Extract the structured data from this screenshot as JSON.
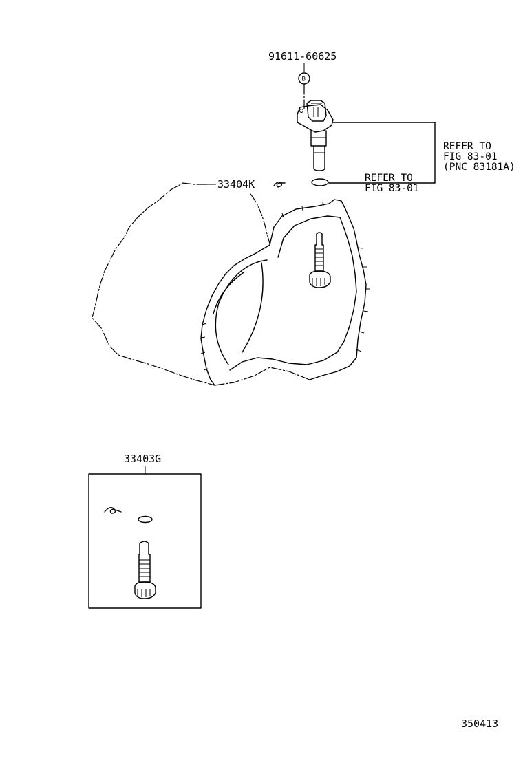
{
  "callouts": {
    "bolt_part": "91611-60625",
    "bolt_marker": "B",
    "sensor_ref_line1": "REFER TO",
    "sensor_ref_line2": "FIG 83-01",
    "sensor_ref_line3": "(PNC 83181A)",
    "oring_ref_line1": "REFER TO",
    "oring_ref_line2": "FIG 83-01",
    "clip_part": "33404K",
    "kit_part": "33403G"
  },
  "figure_number": "350413"
}
